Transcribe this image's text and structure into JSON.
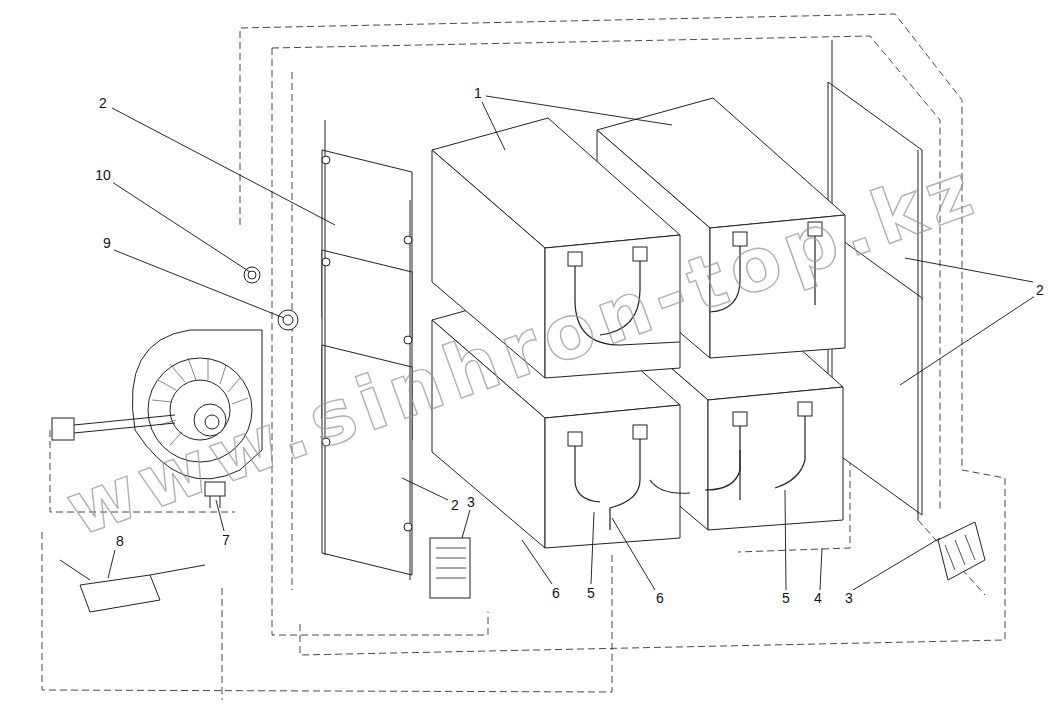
{
  "diagram": {
    "labels": [
      "2",
      "10",
      "9",
      "1",
      "2",
      "2",
      "3",
      "3",
      "7",
      "8",
      "6",
      "5",
      "6",
      "5",
      "4",
      "www.sinhron-top.kz"
    ]
  }
}
